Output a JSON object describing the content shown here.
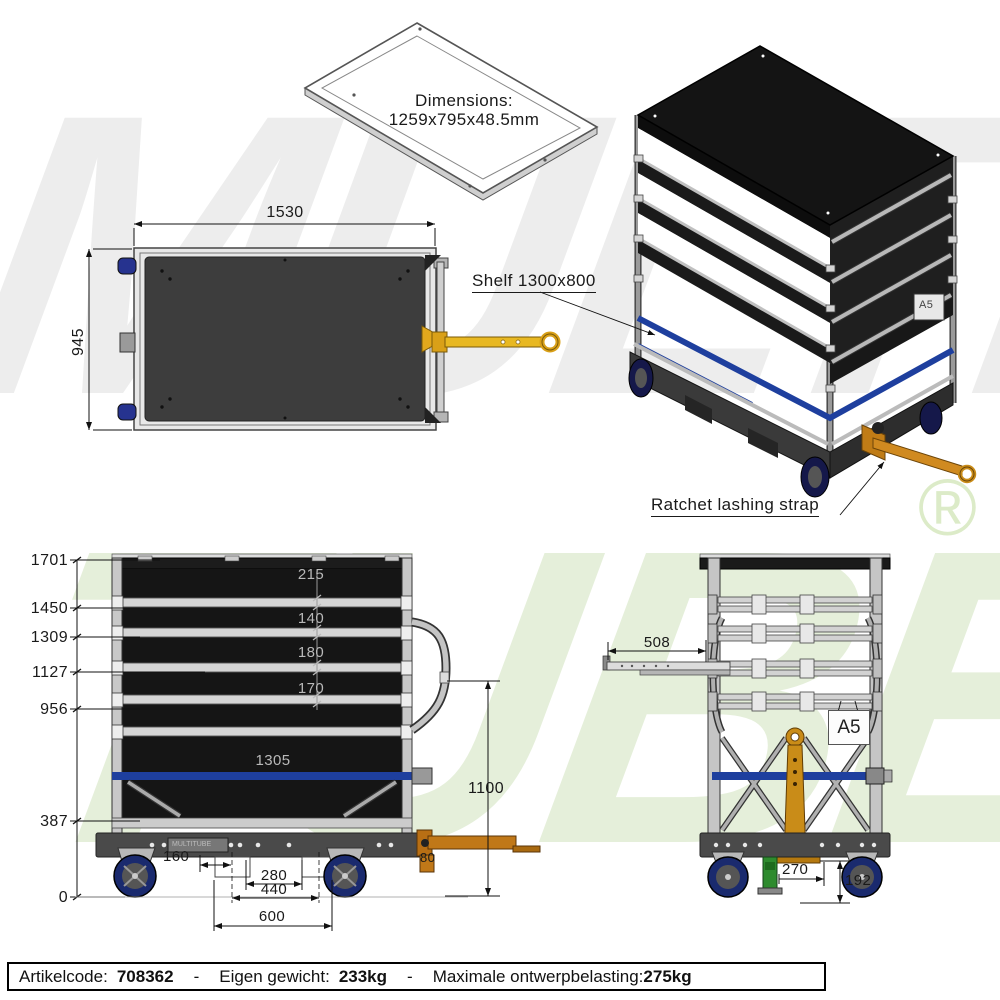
{
  "watermark": {
    "top": "MULTI",
    "bottom": "TUBE",
    "reg": "®"
  },
  "tray": {
    "line1": "Dimensions:",
    "line2": "1259x795x48.5mm"
  },
  "top_view": {
    "width": "1530",
    "depth": "945"
  },
  "iso": {
    "shelf_label": "Shelf 1300x800",
    "strap_label": "Ratchet lashing strap",
    "card": "A5"
  },
  "front": {
    "heights": [
      "1701",
      "1450",
      "1309",
      "1127",
      "956",
      "387",
      "0"
    ],
    "gaps": [
      "215",
      "140",
      "180",
      "170"
    ],
    "strap": "1305",
    "w160": "160",
    "w280": "280",
    "w440": "440",
    "w600": "600",
    "h1100": "1100",
    "towbar80": "80",
    "bumper_text": "MULTITUBE"
  },
  "side": {
    "slide": "508",
    "card": "A5",
    "w270": "270",
    "h192": "192"
  },
  "footer": {
    "artikel_label": "Artikelcode:",
    "artikel_value": "708362",
    "sep": "-",
    "weight_label": "Eigen gewicht:",
    "weight_value": "233kg",
    "load_label": "Maximale ontwerpbelasting:",
    "load_value": "275kg"
  },
  "colors": {
    "strap_blue": "#1e3f9e",
    "towbar_orange": "#c98c18",
    "towbar_yellow": "#e8b822",
    "wheel_blue": "#1a2a6e",
    "panel_dark": "#151515",
    "frame_gray": "#c8c8c8",
    "watermark_gray": "#ededed",
    "watermark_green": "#e5efda",
    "foot_green": "#2e8b2e"
  }
}
